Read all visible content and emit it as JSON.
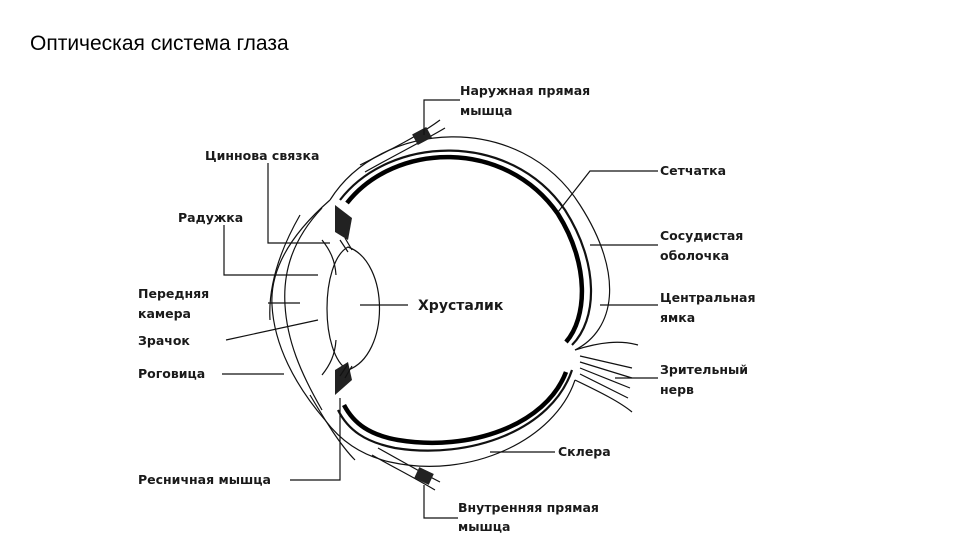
{
  "title": "Оптическая система глаза",
  "labels": {
    "outer_rectus": [
      "Наружная прямая",
      "мышца"
    ],
    "zinn_ligament": "Циннова связка",
    "iris": "Радужка",
    "anterior_chamber": [
      "Передняя",
      "камера"
    ],
    "pupil": "Зрачок",
    "cornea": "Роговица",
    "ciliary_muscle": "Ресничная мышца",
    "lens": "Хрусталик",
    "retina": "Сетчатка",
    "choroid": [
      "Сосудистая",
      "оболочка"
    ],
    "fovea": [
      "Центральная",
      "ямка"
    ],
    "optic_nerve": [
      "Зрительный",
      "нерв"
    ],
    "sclera": "Склера",
    "inner_rectus": [
      "Внутренняя прямая",
      "мышца"
    ]
  }
}
